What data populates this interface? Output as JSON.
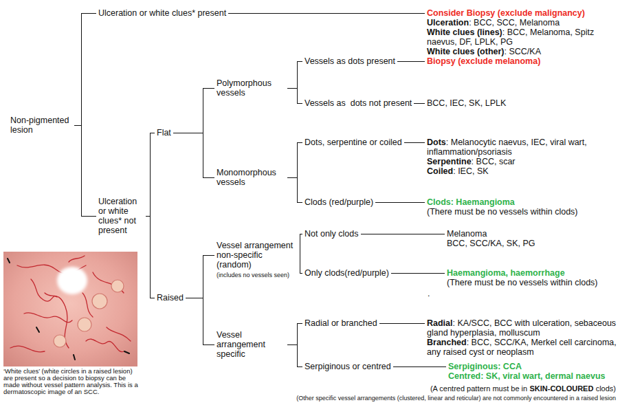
{
  "diagram": {
    "nodes": [
      {
        "text": [
          "Non-pigmented lesion"
        ]
      },
      {
        "text": [
          "Ulceration or white clues* present"
        ]
      },
      {
        "text": [
          "Consider Biopsy (exclude malignancy)",
          "Ulceration",
          ": BCC, SCC, Melanoma",
          "White clues (lines)",
          ": BCC, Melanoma, Spitz naevus, DF, LPLK, PG",
          "White clues (other)",
          ": SCC/KA"
        ]
      },
      {
        "text": [
          "Ulceration or white clues* not present"
        ]
      },
      {
        "text": [
          "Flat"
        ]
      },
      {
        "text": [
          "Raised"
        ]
      },
      {
        "text": [
          "Polymorphous vessels"
        ]
      },
      {
        "text": [
          "Monomorphous vessels"
        ]
      },
      {
        "text": [
          "Vessels as dots present"
        ]
      },
      {
        "text": [
          "Biopsy (exclude melanoma)"
        ]
      },
      {
        "text": [
          "Vessels as  dots not present"
        ]
      },
      {
        "text": [
          "BCC, IEC, SK, LPLK"
        ]
      },
      {
        "text": [
          "Dots, serpentine or coiled"
        ]
      },
      {
        "text": [
          "Dots",
          ": Melanocytic naevus, IEC, viral wart, inflammation/psoriasis",
          "Serpentine",
          ": BCC, scar",
          "Coiled",
          ": IEC, SK"
        ]
      },
      {
        "text": [
          "Clods (red/purple)"
        ]
      },
      {
        "text": [
          "Clods: Haemangioma",
          "(There must be no vessels within clods)"
        ]
      },
      {
        "text": [
          "Vessel arrangement non-specific (random)",
          "(includes no vessels seen)"
        ]
      },
      {
        "text": [
          "Vessel arrangement specific"
        ]
      },
      {
        "text": [
          "Not only clods"
        ]
      },
      {
        "text": [
          "Melanoma",
          "BCC, SCC/KA, SK, PG"
        ]
      },
      {
        "text": [
          "Only clods(red/purple)"
        ]
      },
      {
        "text": [
          "Haemangioma, haemorrhage",
          "(There must be no vessels within clods)"
        ]
      },
      {
        "text": [
          "Radial or branched"
        ]
      },
      {
        "text": [
          "Radial",
          ": KA/SCC, BCC with ulceration, sebaceous gland hyperplasia, molluscum",
          "Branched",
          ": BCC, SCC/KA, Merkel cell carcinoma, any raised cyst or neoplasm"
        ]
      },
      {
        "text": [
          "Serpiginous or centred"
        ]
      },
      {
        "text": [
          "Serpiginous: CCA",
          "Centred: SK, viral wart, dermal naevus"
        ]
      }
    ],
    "edges": [
      {
        "from": 0,
        "to": 1,
        "arrow": "none"
      },
      {
        "from": 0,
        "to": 3,
        "arrow": "none"
      },
      {
        "from": 1,
        "to": 2,
        "arrow": "none"
      },
      {
        "from": 3,
        "to": 4,
        "arrow": "none"
      },
      {
        "from": 3,
        "to": 5,
        "arrow": "none"
      },
      {
        "from": 4,
        "to": 6,
        "arrow": "none"
      },
      {
        "from": 4,
        "to": 7,
        "arrow": "none"
      },
      {
        "from": 6,
        "to": 8,
        "arrow": "none"
      },
      {
        "from": 6,
        "to": 10,
        "arrow": "none"
      },
      {
        "from": 8,
        "to": 9,
        "arrow": "none"
      },
      {
        "from": 10,
        "to": 11,
        "arrow": "none"
      },
      {
        "from": 7,
        "to": 12,
        "arrow": "none"
      },
      {
        "from": 7,
        "to": 14,
        "arrow": "none"
      },
      {
        "from": 12,
        "to": 13,
        "arrow": "none"
      },
      {
        "from": 14,
        "to": 15,
        "arrow": "none"
      },
      {
        "from": 5,
        "to": 16,
        "arrow": "none"
      },
      {
        "from": 5,
        "to": 17,
        "arrow": "none"
      },
      {
        "from": 16,
        "to": 18,
        "arrow": "none"
      },
      {
        "from": 16,
        "to": 20,
        "arrow": "none"
      },
      {
        "from": 18,
        "to": 19,
        "arrow": "none"
      },
      {
        "from": 20,
        "to": 21,
        "arrow": "none"
      },
      {
        "from": 17,
        "to": 22,
        "arrow": "none"
      },
      {
        "from": 17,
        "to": 24,
        "arrow": "none"
      },
      {
        "from": 22,
        "to": 23,
        "arrow": "none"
      },
      {
        "from": 24,
        "to": 25,
        "arrow": "none"
      }
    ],
    "labels": [
      ".",
      "‘White clues’ (white circles in a raised lesion) are present so a decision to biopsy can be made without vessel pattern analysis. This is a dermatoscopic image of an SCC.",
      "(A centred pattern must be in",
      "SKIN-COLOURED",
      "clods)",
      "(Other specific vessel arrangements (clustered, linear and reticular) are not commonly encountered in a raised lesion"
    ]
  }
}
